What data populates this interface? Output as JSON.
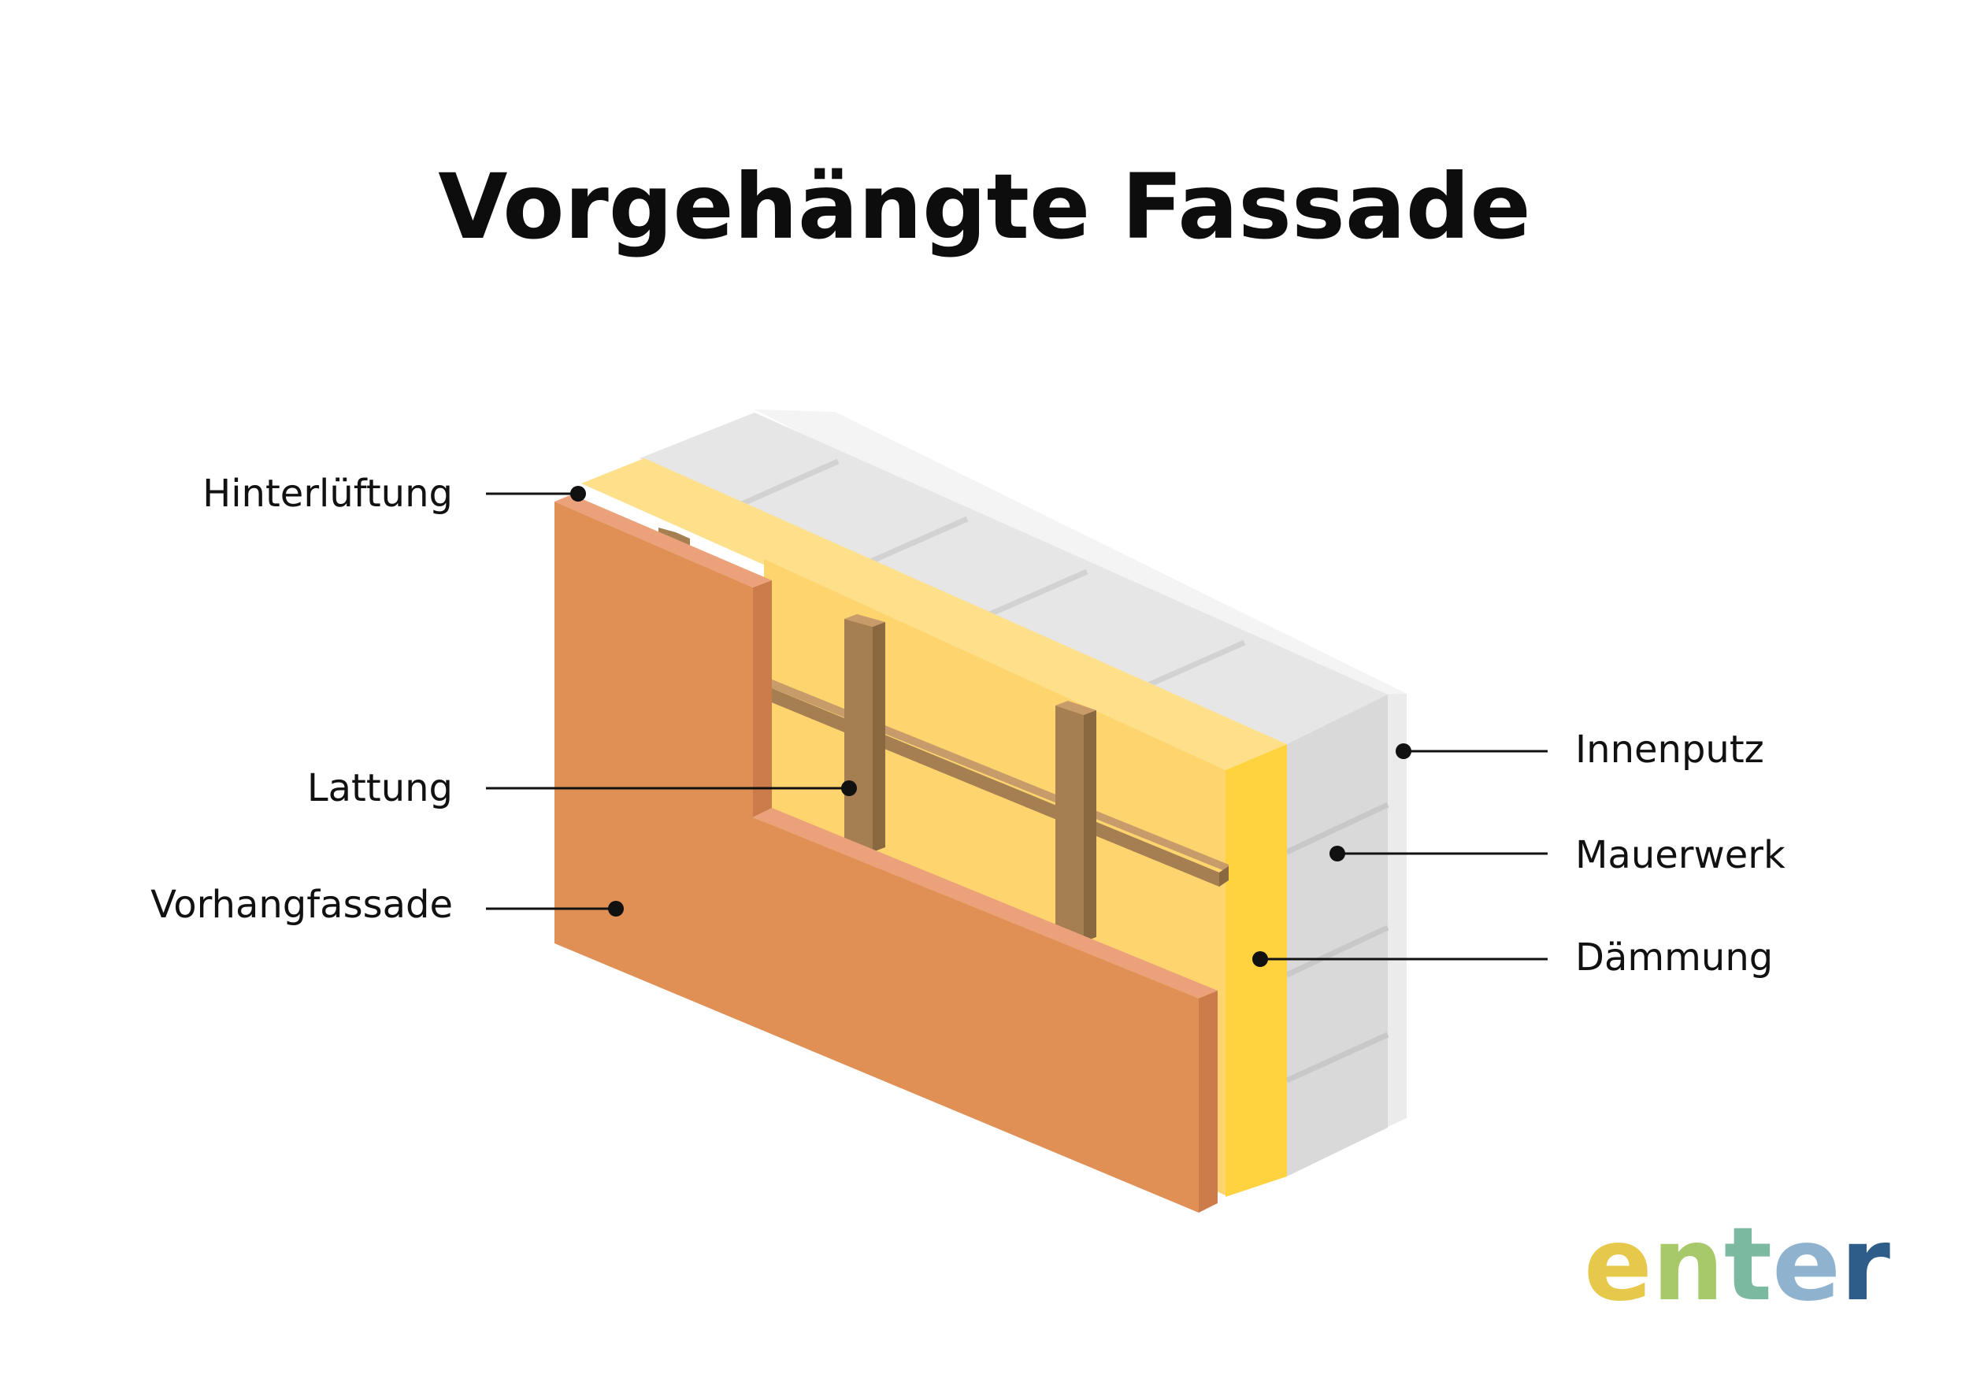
{
  "title": "Vorgehängte Fassade",
  "labels": {
    "hinterlueftung": "Hinterlüftung",
    "lattung": "Lattung",
    "vorhangfassade": "Vorhangfassade",
    "innenputz": "Innenputz",
    "mauerwerk": "Mauerwerk",
    "daemmung": "Dämmung"
  },
  "logo": {
    "letters": [
      "e",
      "n",
      "t",
      "e",
      "r"
    ],
    "colors": [
      "#e6c84a",
      "#a8c96a",
      "#7bb9a0",
      "#8fb3cf",
      "#2f5d8a"
    ]
  },
  "colors": {
    "cladding": "#e08f55",
    "insulation": "#fed46f",
    "insulation_edge": "#ffd340",
    "battens": "#a57f52",
    "masonry": "#e6e6e6",
    "plaster": "#f1f1f1"
  }
}
